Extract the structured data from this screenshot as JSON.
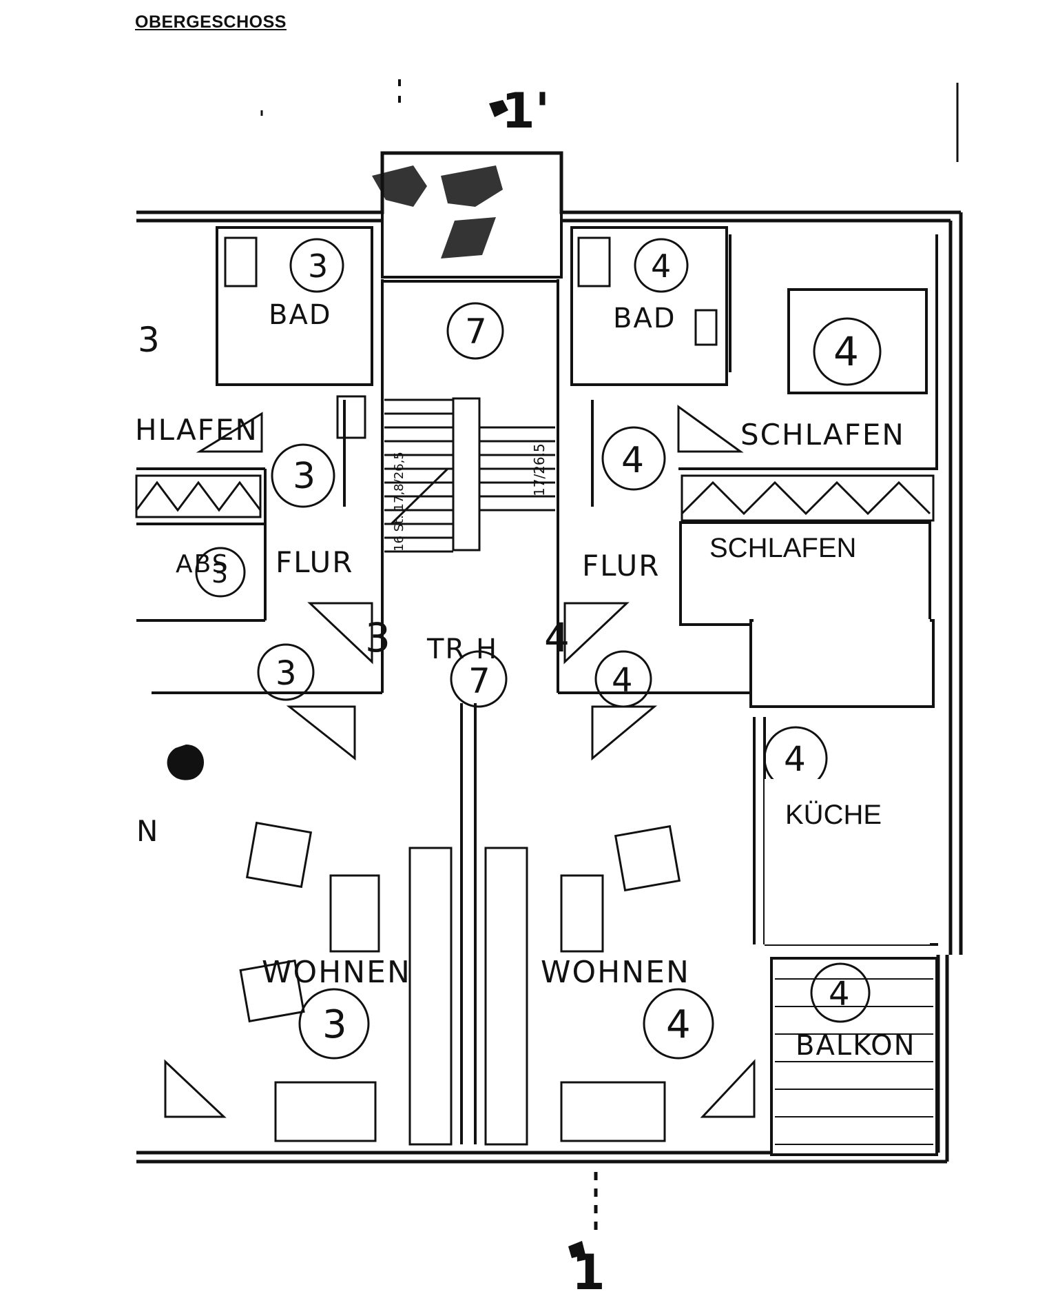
{
  "page": {
    "heading": "OBERGESCHOSS"
  },
  "section_marker": {
    "top": "1'",
    "bottom": "1"
  },
  "rooms": {
    "bad_3": "BAD",
    "bad_4": "BAD",
    "schlafen_3": "HLAFEN",
    "schlafen_4": "SCHLAFEN",
    "flur_3": "FLUR",
    "flur_4": "FLUR",
    "abs": "ABS",
    "treppenhaus": "TR H",
    "wohnen_3": "WOHNEN",
    "wohnen_4": "WOHNEN",
    "balkon": "BALKON",
    "left_cut": "N"
  },
  "overlay_labels": {
    "schlafen": "SCHLAFEN",
    "kueche": "KÜCHE"
  },
  "unit_numbers": {
    "bad_3": "3",
    "bad_4": "4",
    "stair_top": "7",
    "schlafen_4": "4",
    "left_edge": "3",
    "flur_3": "3",
    "flur_4": "4",
    "abs": "3",
    "unit_3": "3",
    "unit_4": "4",
    "tr_h": "7",
    "flur_3_lower": "3",
    "flur_4_lower": "4",
    "kueche": "4",
    "wohnen_3": "3",
    "wohnen_4": "4",
    "balkon": "4"
  },
  "stair_labels": {
    "left": "16 St. 17,8/26,5",
    "right": "17/26,5"
  }
}
